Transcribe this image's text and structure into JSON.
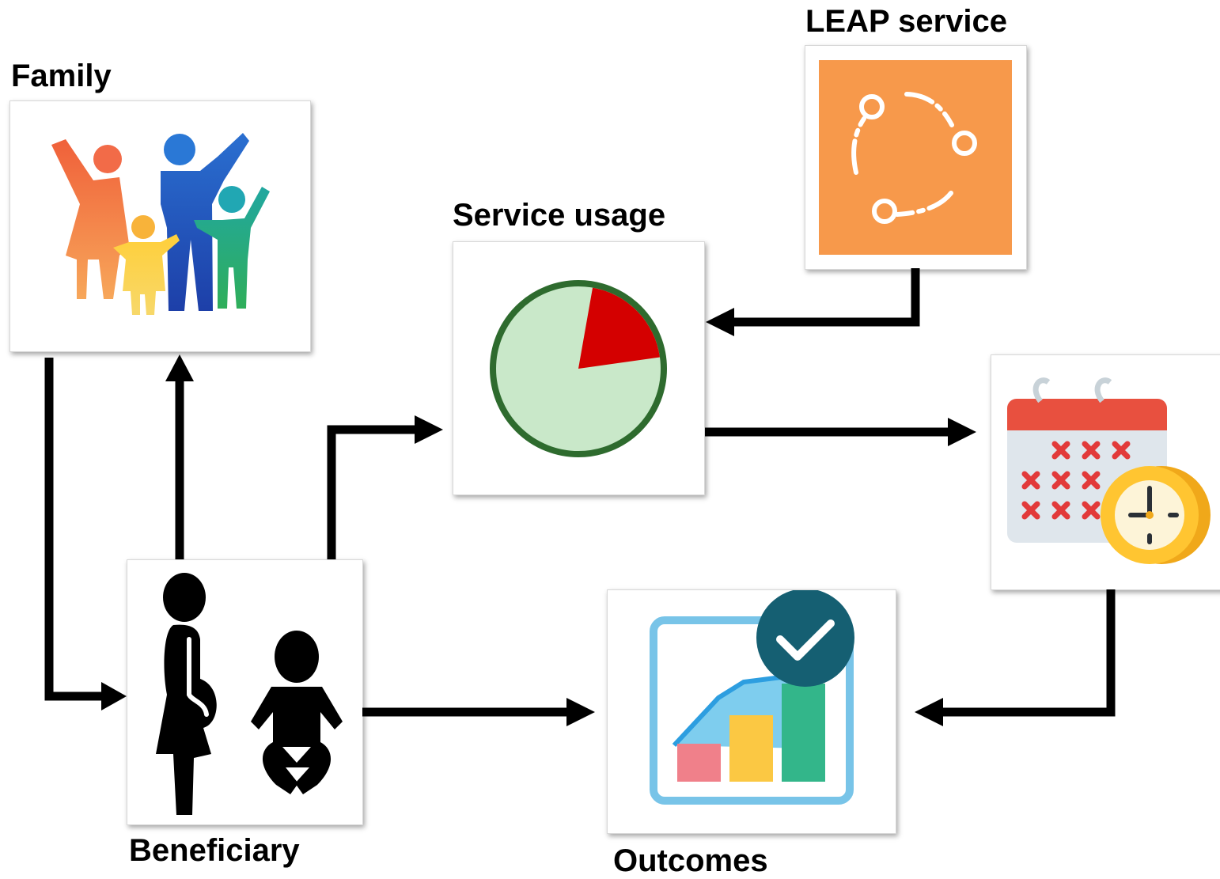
{
  "labels": {
    "family": "Family",
    "leap_service": "LEAP service",
    "service_usage": "Service usage",
    "beneficiary": "Beneficiary",
    "outcomes": "Outcomes"
  },
  "usage_pie": {
    "used_fraction": 0.2,
    "track_color": "#c9e8c9",
    "ring_color": "#2e6b2e",
    "slice_color": "#d40000"
  },
  "colors": {
    "leap_bg": "#f7994b",
    "arrow": "#000000"
  },
  "icons": {
    "family": "family-icon",
    "leap": "network-cycle-icon",
    "service_usage": "pie-gauge-icon",
    "schedule": "calendar-clock-icon",
    "beneficiary": "pregnant-woman-baby-icon",
    "outcomes": "growth-chart-check-icon"
  }
}
